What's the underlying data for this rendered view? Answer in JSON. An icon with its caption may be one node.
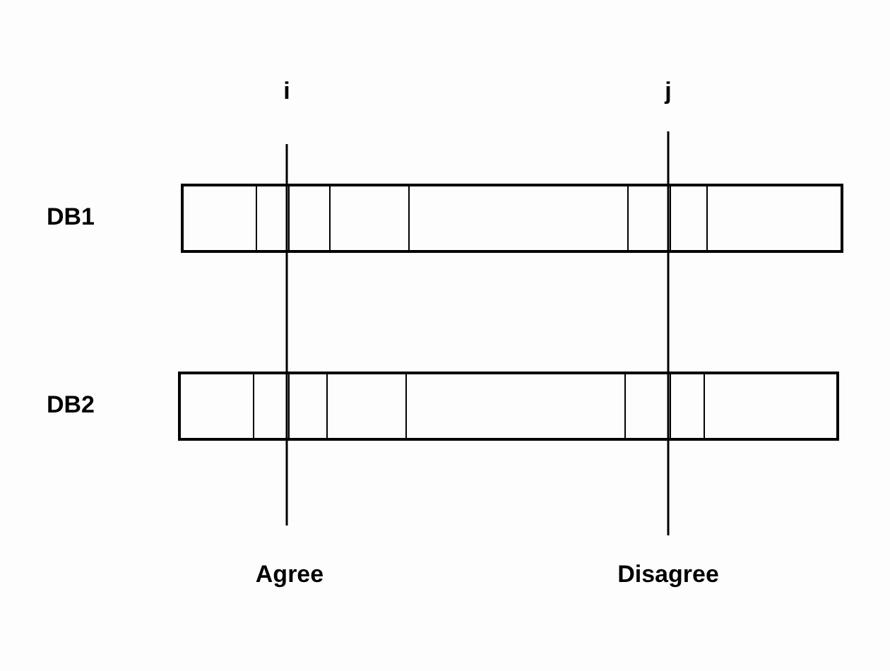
{
  "diagram": {
    "nodes": [
      {
        "text": [],
        "shape": "bar",
        "beside": [
          "DB1"
        ]
      },
      {
        "text": [],
        "shape": "bar",
        "beside": [
          "DB2"
        ]
      }
    ],
    "labels": [
      "i",
      "j",
      "Agree",
      "Disagree"
    ]
  }
}
